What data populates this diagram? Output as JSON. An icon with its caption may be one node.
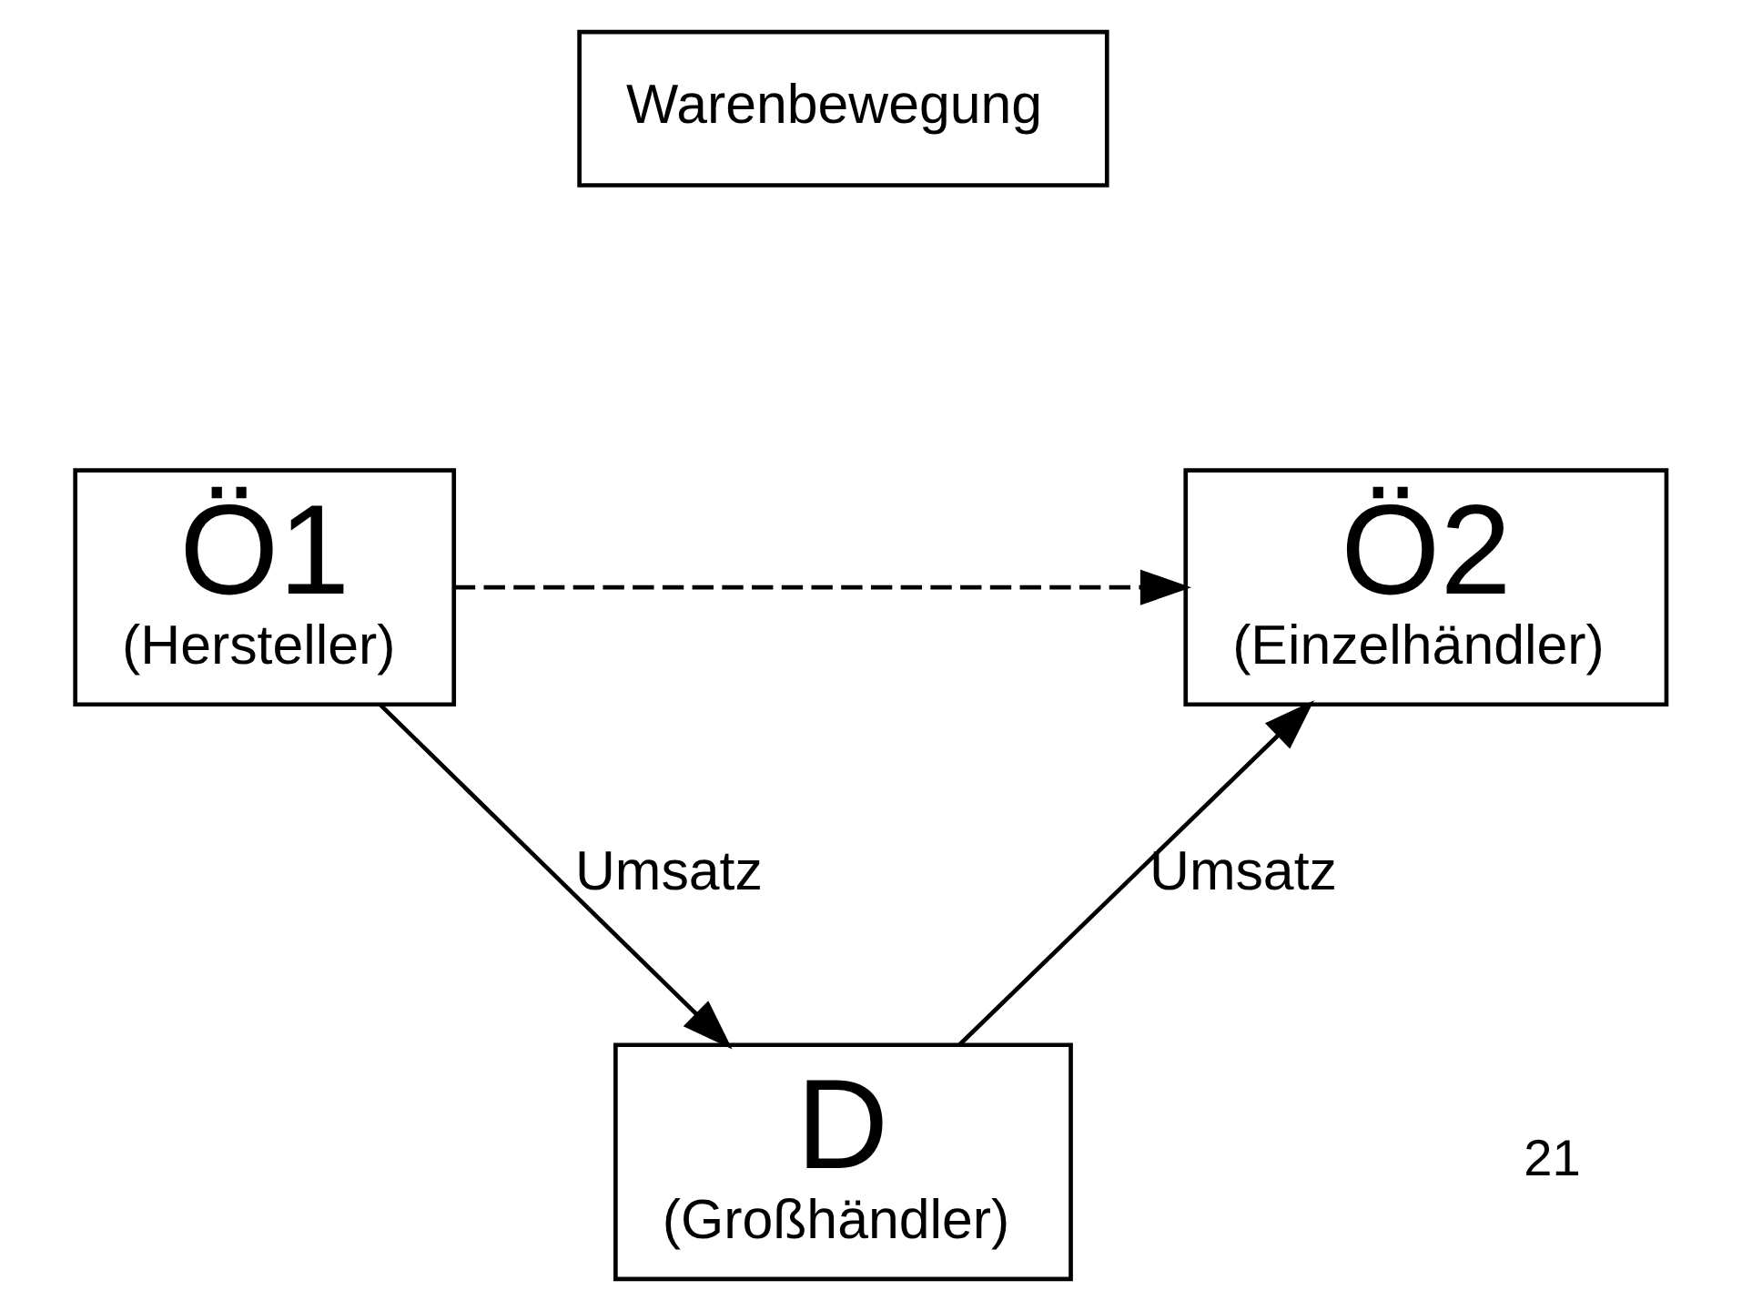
{
  "diagram": {
    "nodes": [
      {
        "text": [
          "Ö1",
          "(Hersteller)"
        ]
      },
      {
        "text": [
          "Warenbewegung"
        ]
      },
      {
        "text": [
          "Ö2",
          "(Einzelhändler)"
        ]
      },
      {
        "text": [
          "D",
          "(Großhändler)"
        ]
      }
    ],
    "edges": [
      {
        "from": 0,
        "to": 2,
        "arrow": "to",
        "style": "dashed"
      },
      {
        "from": 0,
        "to": 3,
        "arrow": "to",
        "label": "Umsatz"
      },
      {
        "from": 3,
        "to": 2,
        "arrow": "to",
        "label": "Umsatz"
      }
    ],
    "labels": [
      "21"
    ]
  }
}
